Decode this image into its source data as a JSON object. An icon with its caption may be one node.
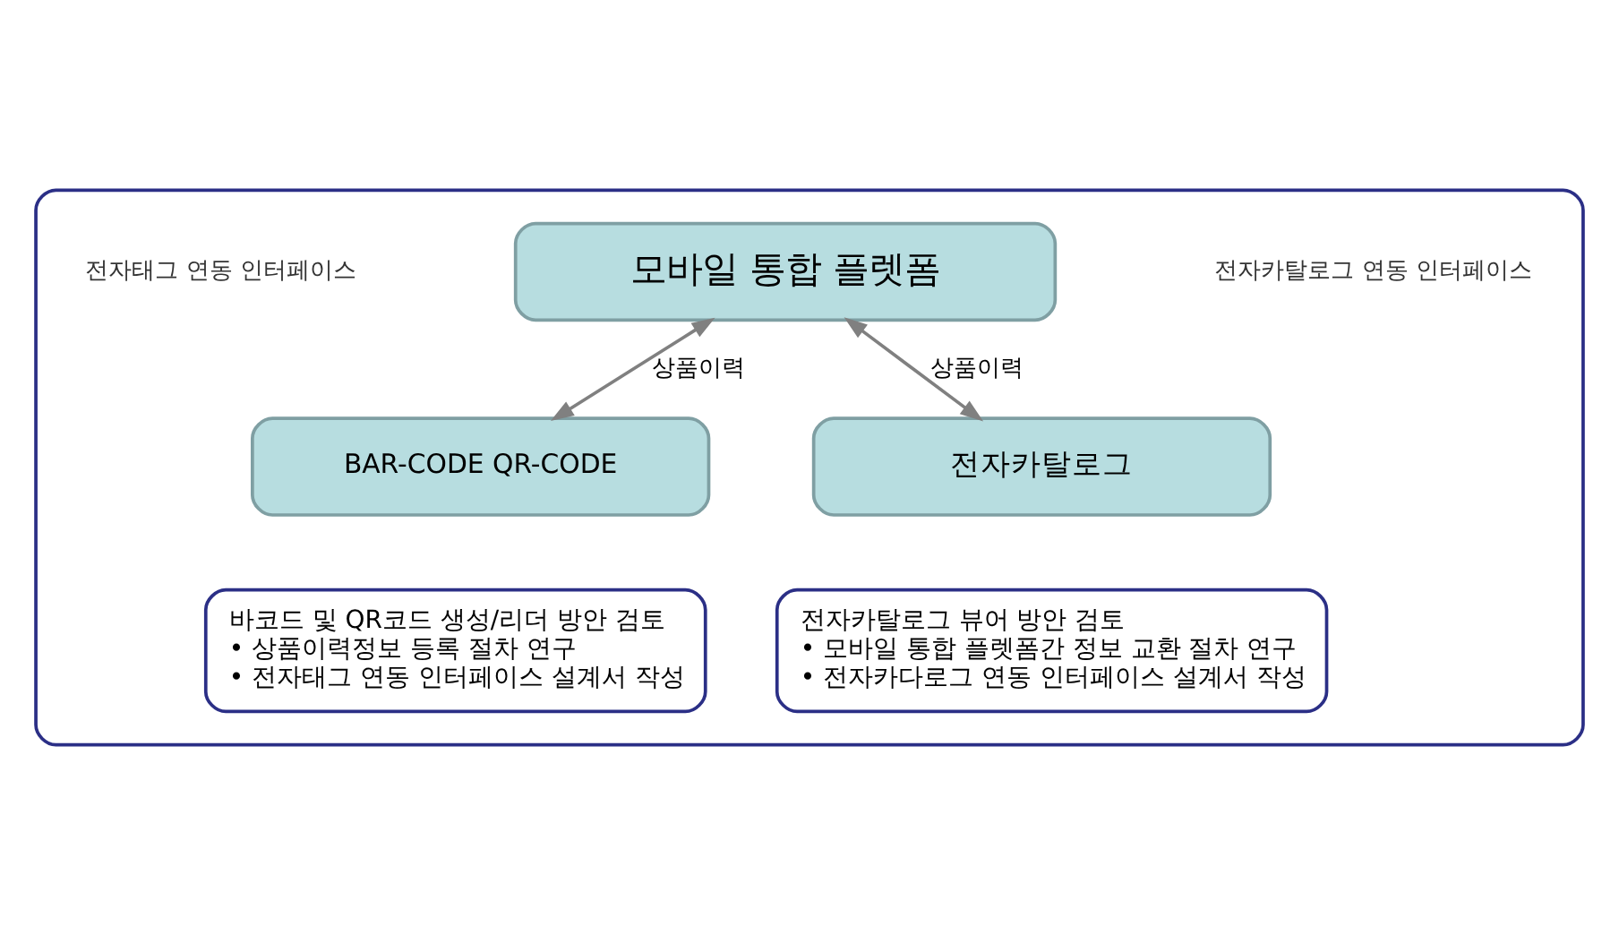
{
  "diagram": {
    "nodes": [
      {
        "text": [],
        "shape": "box"
      },
      {
        "text": [
          "모바일 통합 플렛폼"
        ],
        "in": 0
      },
      {
        "text": [
          "BAR-CODE QR-CODE"
        ],
        "in": 0
      },
      {
        "text": [
          "전자카탈로그"
        ],
        "in": 0
      },
      {
        "text": [
          "바코드 및 QR코드 생성/리더 방안 검토",
          "• 상품이력정보 등록 절차 연구",
          "• 전자태그 연동 인터페이스 설계서 작성"
        ],
        "in": 0
      },
      {
        "text": [
          "전자카탈로그 뷰어 방안 검토",
          "• 모바일 통합 플렛폼간 정보 교환 절차 연구",
          "• 전자카다로그 연동 인터페이스 설계서 작성"
        ],
        "in": 0
      }
    ],
    "edges": [
      {
        "from": 1,
        "to": 2,
        "arrow": "both",
        "label": "상품이력"
      },
      {
        "from": 1,
        "to": 3,
        "arrow": "both",
        "label": "상품이력"
      }
    ],
    "labels": [
      "전자태그 연동 인터페이스",
      "전자카탈로그 연동 인터페이스"
    ]
  }
}
